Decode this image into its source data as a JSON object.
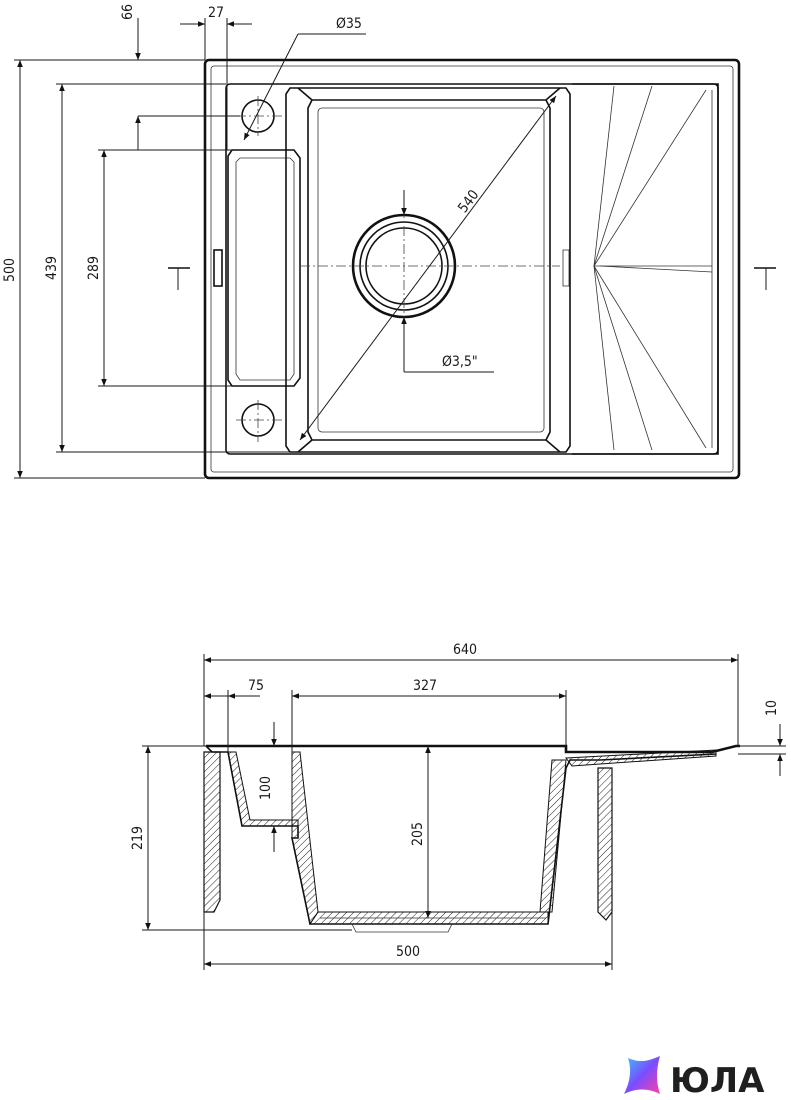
{
  "top_view": {
    "dim_left_offset": "66",
    "dim_tap_offset": "27",
    "dim_hole_diameter": "Ø35",
    "dim_diagonal": "540",
    "dim_total_height": "500",
    "dim_bowl_height": "439",
    "dim_board_height": "289",
    "dim_drain": "Ø3,5\""
  },
  "side_view": {
    "dim_total_width": "640",
    "dim_rim": "75",
    "dim_bowl_width": "327",
    "dim_lip": "10",
    "dim_shelf_depth": "100",
    "dim_total_depth": "219",
    "dim_bowl_depth": "205",
    "dim_cabinet_width": "500"
  },
  "brand": {
    "name": "ЮЛА",
    "colors": [
      "#37c8f5",
      "#7a4dff",
      "#ff3fa5"
    ]
  }
}
